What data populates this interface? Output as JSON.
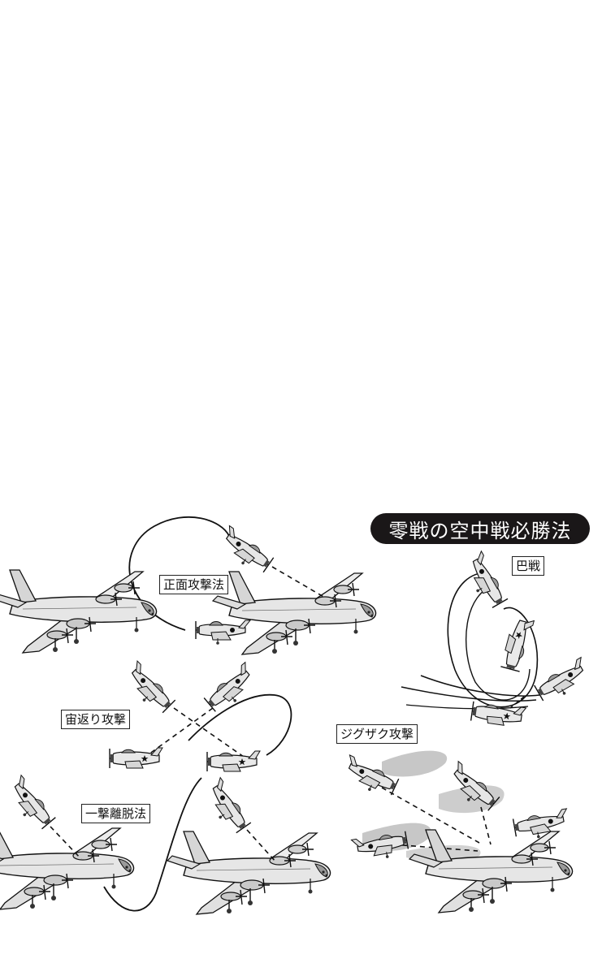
{
  "title": "零戦の空中戦必勝法",
  "labels": {
    "tomoe": "巴戦",
    "shomen": "正面攻撃法",
    "chugaeri": "宙返り攻撃",
    "ichigeki": "一撃離脱法",
    "zigzag": "ジグザク攻撃"
  },
  "colors": {
    "title_bg": "#1a1718",
    "title_text": "#ffffff",
    "line": "#111111",
    "plane_fill": "#e4e4e4",
    "shadow": "#bdbdbd"
  }
}
